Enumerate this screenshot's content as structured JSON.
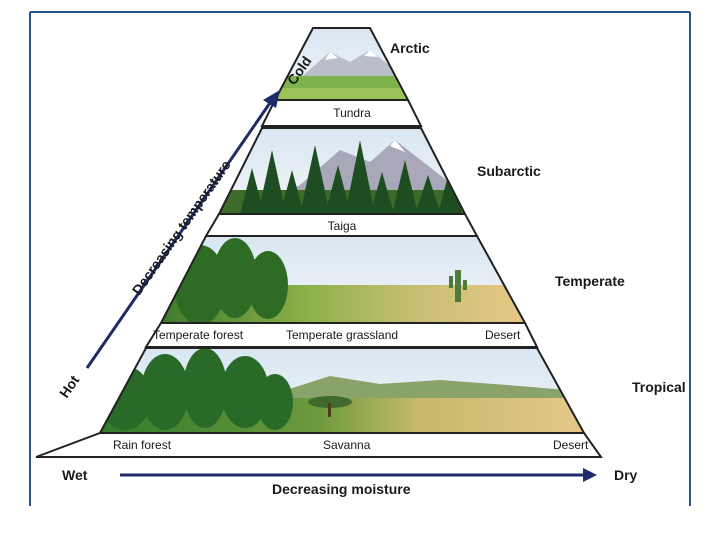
{
  "zones": [
    "Arctic",
    "Subarctic",
    "Temperate",
    "Tropical"
  ],
  "biome_rows": [
    [
      "Tundra"
    ],
    [
      "Taiga"
    ],
    [
      "Temperate forest",
      "Temperate grassland",
      "Desert"
    ],
    [
      "Rain forest",
      "Savanna",
      "Desert"
    ]
  ],
  "temperature_axis": {
    "label": "Decreasing temperature",
    "low_end": "Hot",
    "high_end": "Cold"
  },
  "moisture_axis": {
    "label": "Decreasing moisture",
    "start": "Wet",
    "end": "Dry"
  },
  "colors": {
    "arrow": "#1f2a6b",
    "outline": "#222222",
    "frame": "#27548a"
  }
}
